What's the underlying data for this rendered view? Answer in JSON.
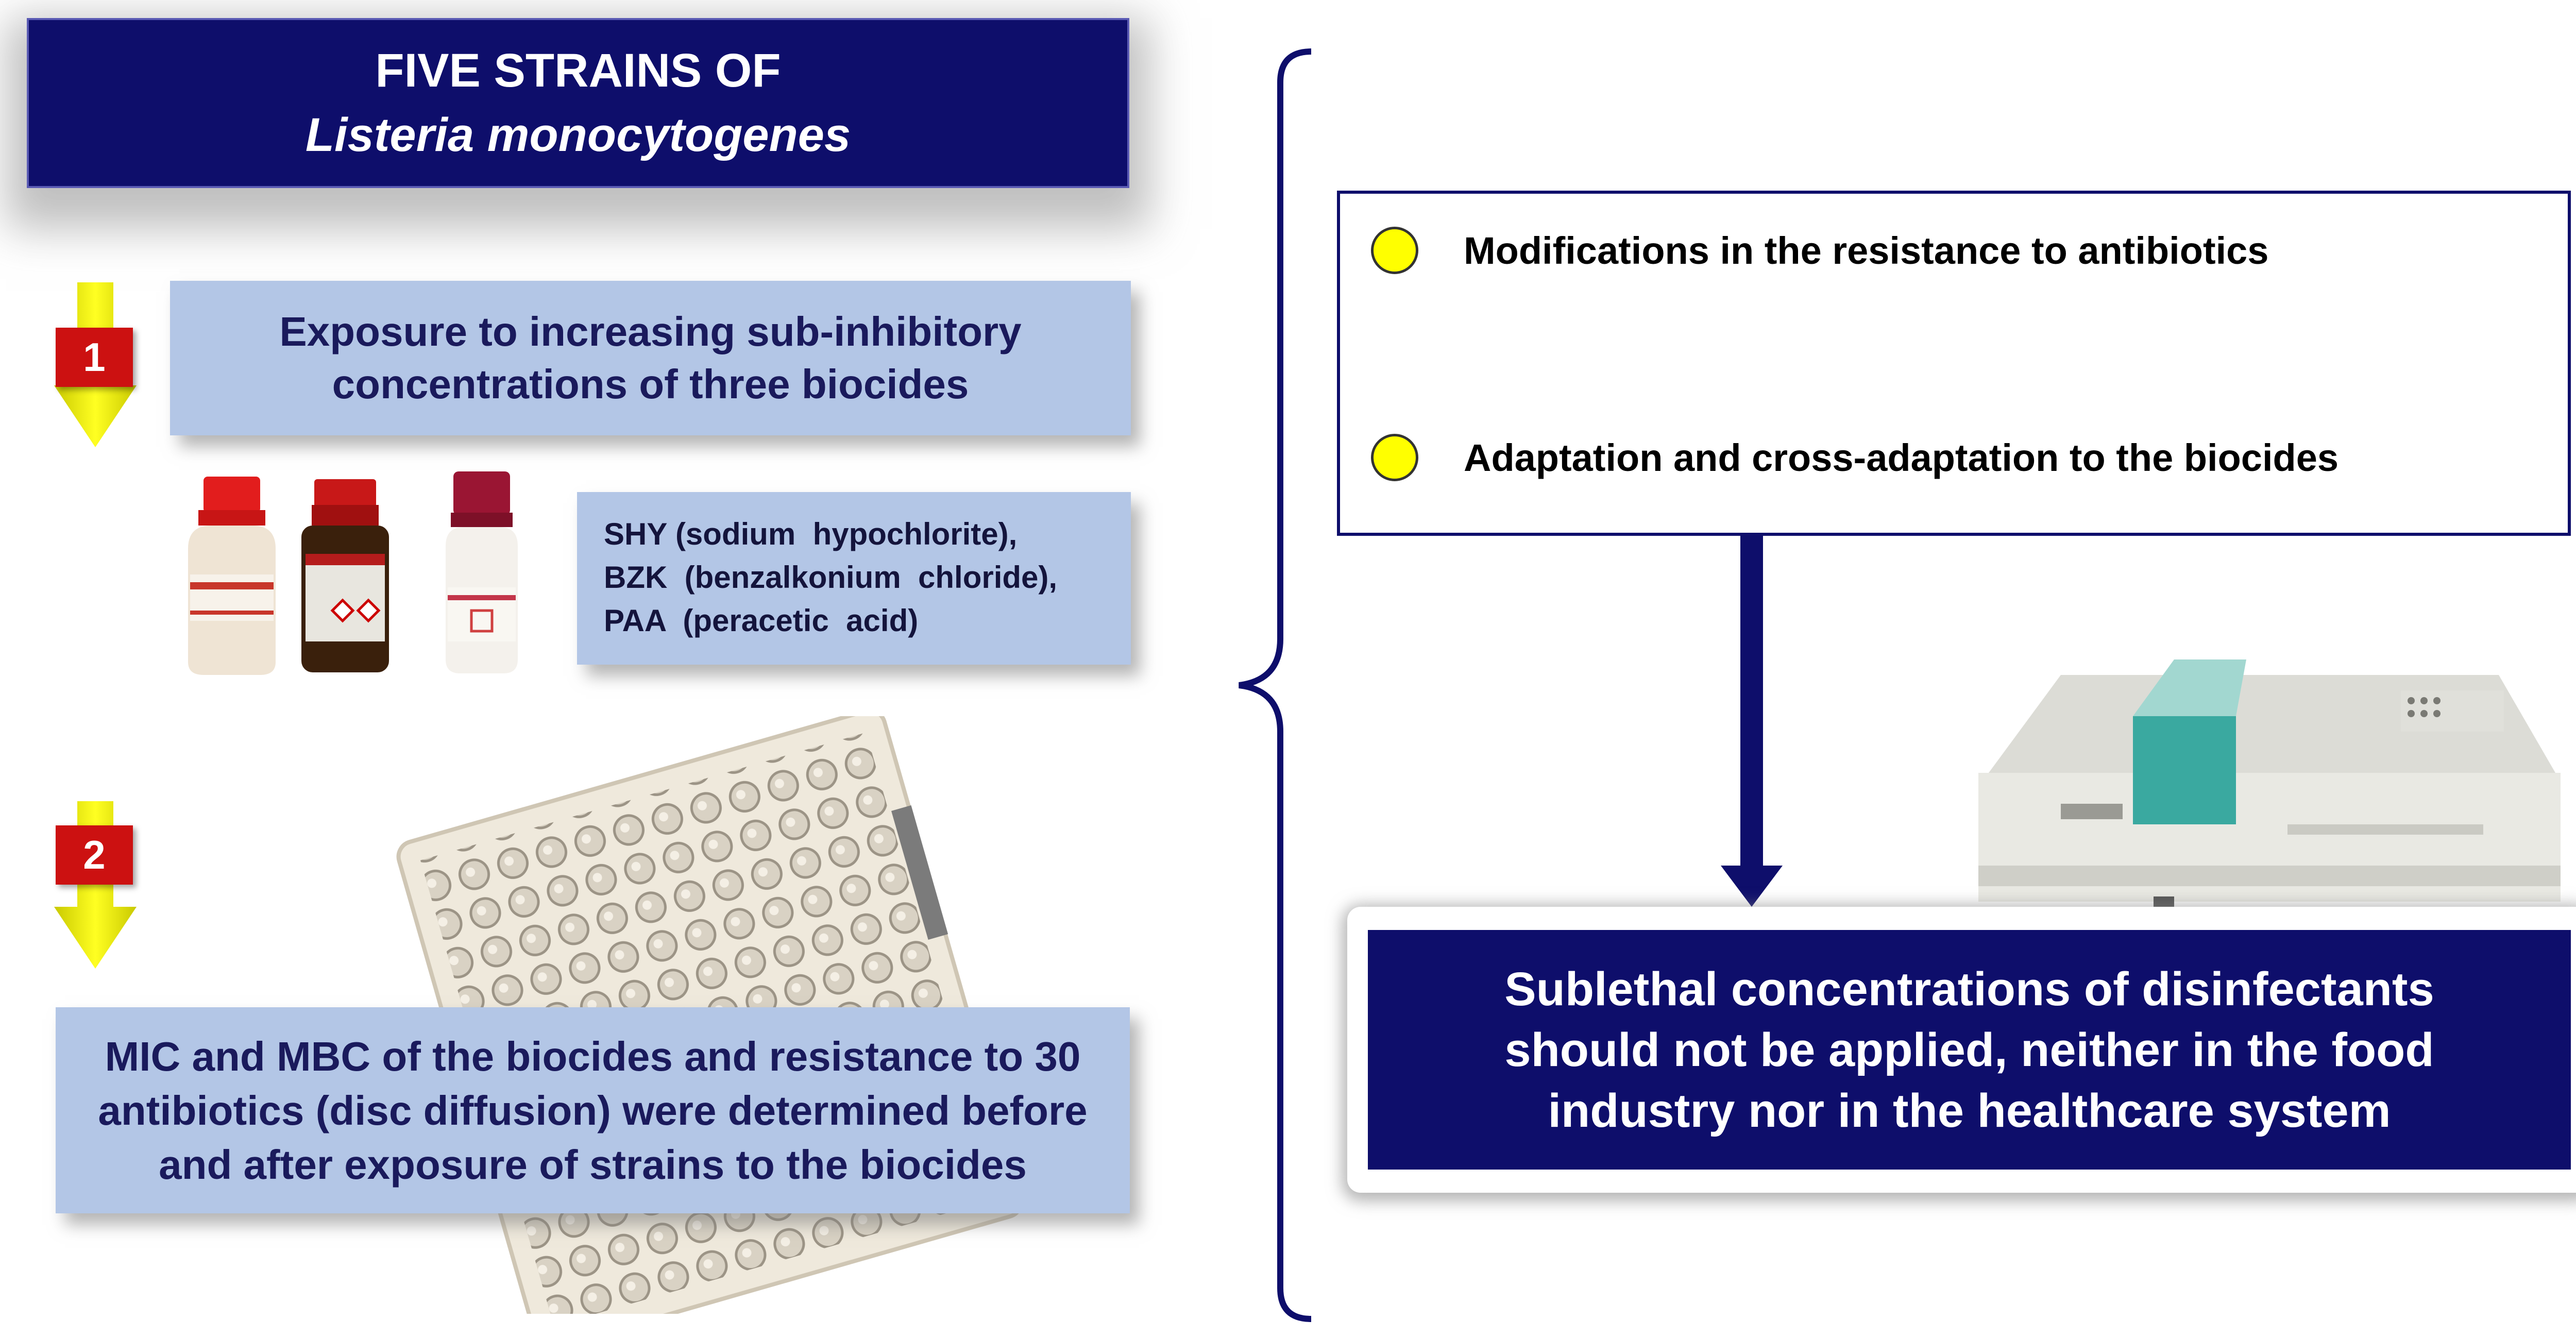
{
  "title": {
    "line1": "FIVE STRAINS OF",
    "line2": "Listeria monocytogenes"
  },
  "steps": [
    {
      "number": "1",
      "lines": [
        "Exposure to increasing sub-inhibitory",
        "concentrations of three biocides"
      ]
    },
    {
      "number": "2",
      "lines": [
        "MIC and MBC of the biocides and resistance to 30",
        "antibiotics (disc diffusion) were determined before",
        "and after exposure of strains to the biocides"
      ]
    }
  ],
  "biocides": [
    "SHY (sodium  hypochlorite),",
    "BZK  (benzalkonium  chloride),",
    "PAA  (peracetic  acid)"
  ],
  "outcomes": [
    "Modifications in the resistance to antibiotics",
    "Adaptation and cross-adaptation to the biocides"
  ],
  "conclusion": {
    "lines": [
      "Sublethal concentrations of disinfectants",
      "should not be applied, neither in the food",
      "industry nor in the healthcare system"
    ]
  },
  "colors": {
    "navy": "#0e0e6b",
    "light_blue": "#b3c6e6",
    "arrow_yellow": "#f2f200",
    "badge_red": "#cc1111",
    "bullet_yellow": "#ffff00"
  },
  "icons": {
    "step_arrow": "down-arrow-icon",
    "bracket": "curly-brace-icon",
    "bottles": "biocide-bottles-image",
    "plate": "microplate-image",
    "instrument": "lab-instrument-image"
  }
}
